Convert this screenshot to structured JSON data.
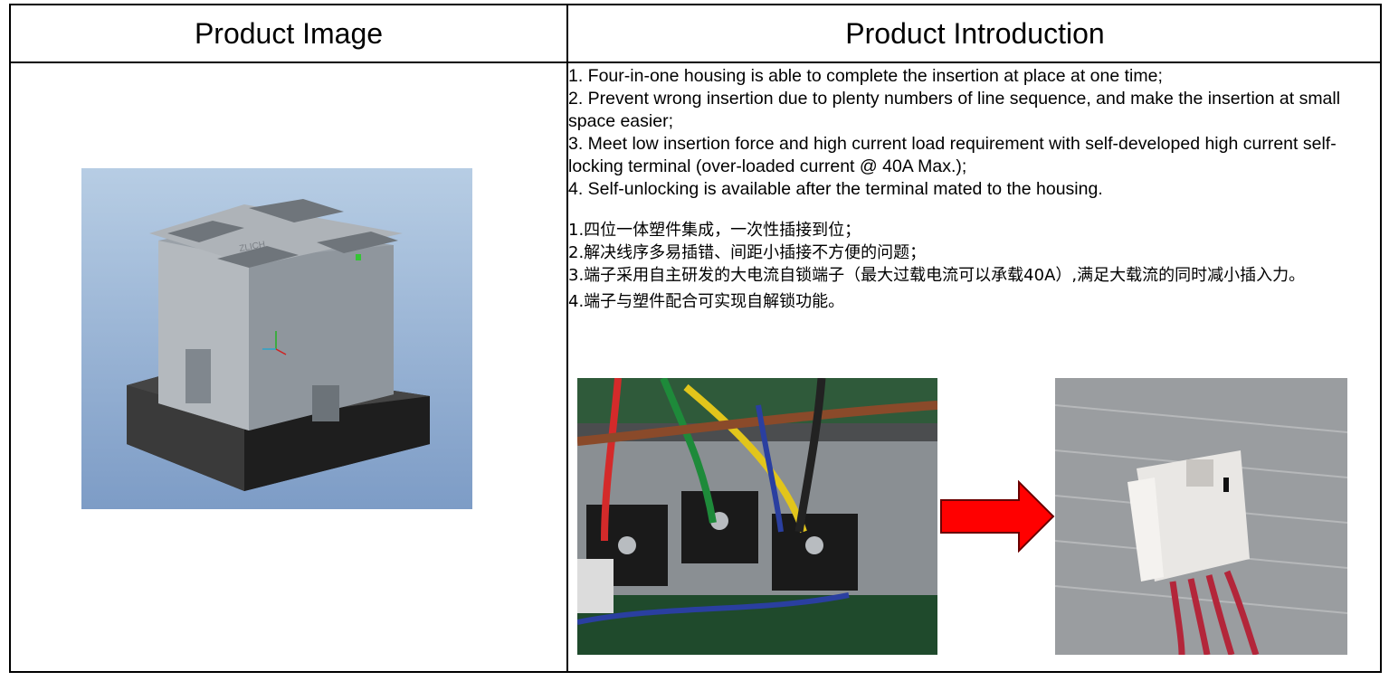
{
  "table": {
    "header_left": "Product Image",
    "header_right": "Product Introduction"
  },
  "intro_en": [
    "1. Four-in-one housing is able to complete the insertion at place at one time;",
    "2. Prevent wrong insertion due to plenty numbers of line sequence, and make the insertion at small space easier;",
    "3. Meet low insertion force and high current load requirement with self-developed high current self-locking terminal (over-loaded current @ 40A Max.);",
    "4. Self-unlocking is available after the terminal mated to the housing."
  ],
  "intro_cn": [
    "1.四位一体塑件集成，一次性插接到位；",
    "2.解决线序多易插错、间距小插接不方便的问题；",
    "3.端子采用自主研发的大电流自锁端子（最大过载电流可以承载40A）,满足大载流的同时减小插入力。",
    "4.端子与塑件配合可实现自解锁功能。"
  ],
  "product_render": {
    "housing_marking": "ZLICH"
  },
  "colors": {
    "arrow": "#ff0000",
    "render_bg_top": "#b7cde4",
    "render_bg_bottom": "#7d9cc6"
  }
}
